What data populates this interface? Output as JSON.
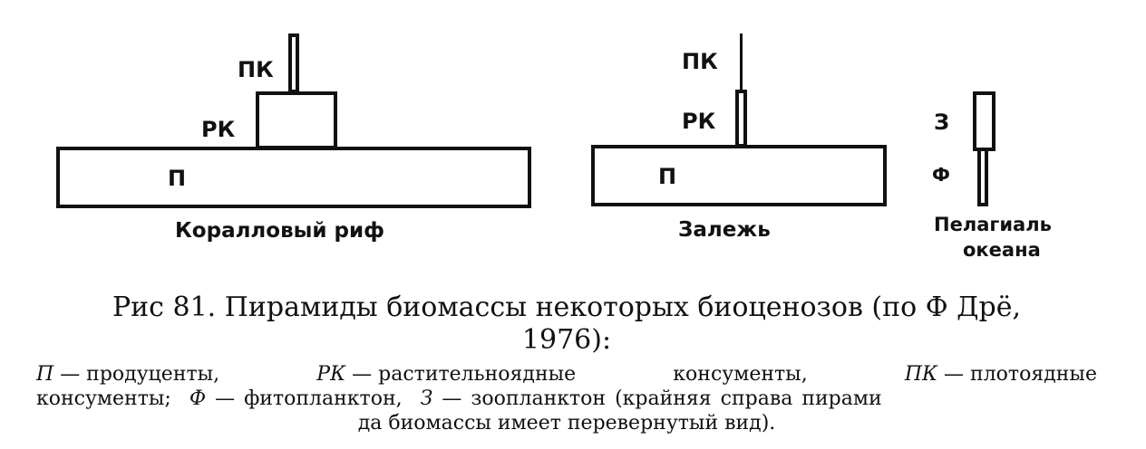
{
  "diagrams": [
    {
      "title": "Коралловый риф",
      "levels": [
        {
          "code": "ПК"
        },
        {
          "code": "РК"
        },
        {
          "code": "П"
        }
      ]
    },
    {
      "title": "Залежь",
      "levels": [
        {
          "code": "ПК"
        },
        {
          "code": "РК"
        },
        {
          "code": "П"
        }
      ]
    },
    {
      "title_lines": [
        "Пелагиаль",
        "океана"
      ],
      "levels": [
        {
          "code": "З"
        },
        {
          "code": "Ф"
        }
      ]
    }
  ],
  "caption": {
    "line1": "Рис 81. Пирамиды биомассы некоторых биоценозов (по Ф Дрё,",
    "line2": "1976):"
  },
  "legend": {
    "p_code": "П",
    "p_text": "— продуценты,",
    "rk_code": "РК",
    "rk_text": "— растительноядные",
    "rk_text2": "консументы,",
    "pk_code": "ПК",
    "pk_text": "— плотоядные",
    "line2_a": "консументы;",
    "f_code": "Ф",
    "f_text": "— фитопланктон,",
    "z_code": "З",
    "z_text": "— зоопланктон (крайняя справа пирами",
    "line3": "да биомассы имеет перевернутый вид)."
  }
}
